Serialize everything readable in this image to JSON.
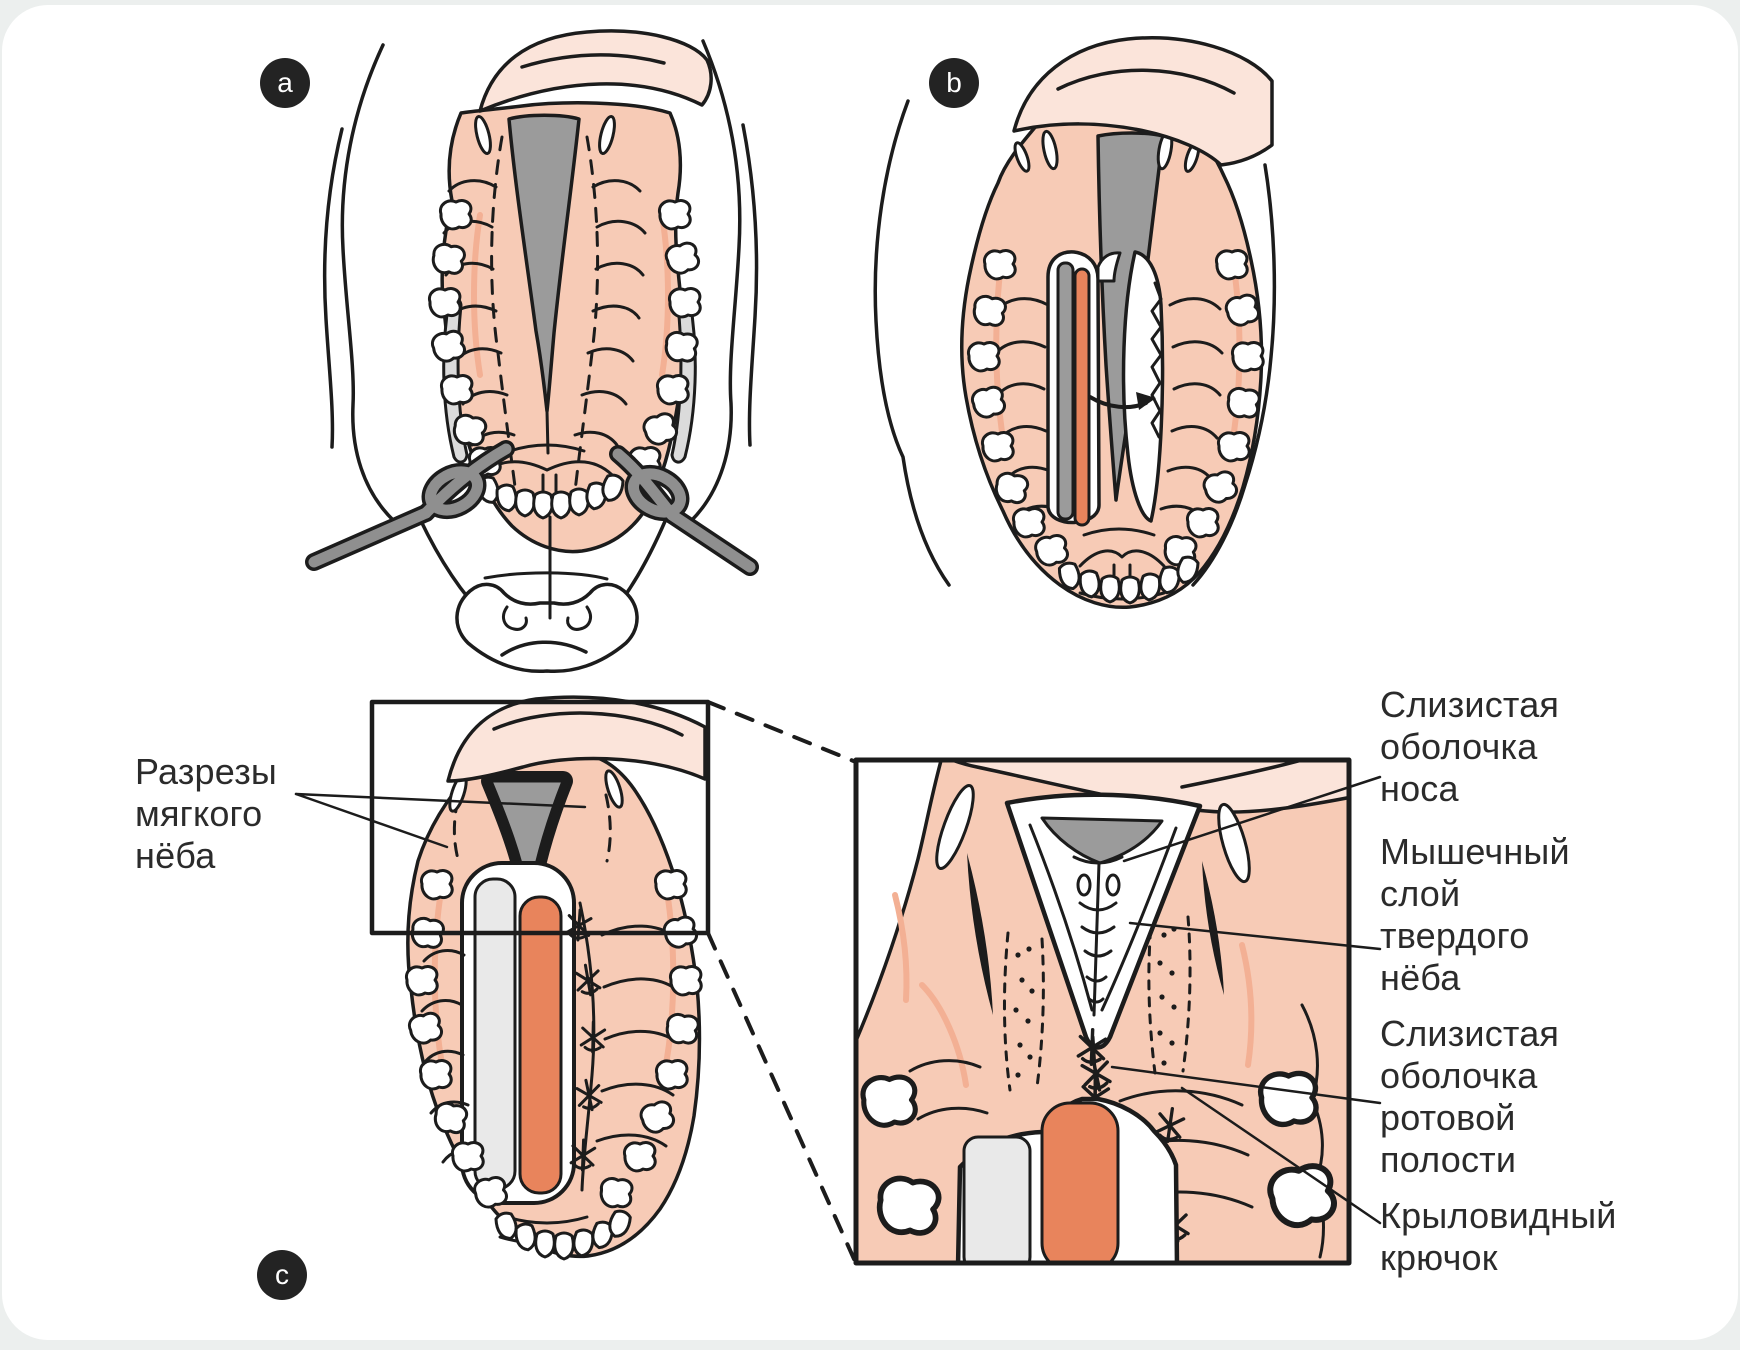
{
  "palette": {
    "page_bg": "#ecefee",
    "card_bg": "#ffffff",
    "outline": "#1c1c1c",
    "text": "#2b2b2b",
    "palate_pink": "#f7cbb6",
    "palate_shade": "#f3b094",
    "lip_pink": "#fbe4da",
    "cleft_gray": "#9b9b9b",
    "raw_orange": "#e8845c",
    "bone_gray": "#e9e9e9",
    "crescent_gray": "#dbdbdb",
    "retractor_gray": "#8f8f8f",
    "badge_bg": "#232323",
    "badge_text": "#ffffff"
  },
  "panels": {
    "a": {
      "badge": "a"
    },
    "b": {
      "badge": "b"
    },
    "c": {
      "badge": "c",
      "label": "Разрезы\nмягкого\nнёба"
    }
  },
  "inset": {
    "labels": {
      "nasal_mucosa": "Слизистая\nоболочка\nноса",
      "muscle_layer": "Мышечный\nслой\nтвердого\nнёба",
      "oral_mucosa": "Слизистая\nоболочка\nротовой\nполости",
      "pterygoid_hook": "Крыловидный\nкрючок"
    }
  }
}
